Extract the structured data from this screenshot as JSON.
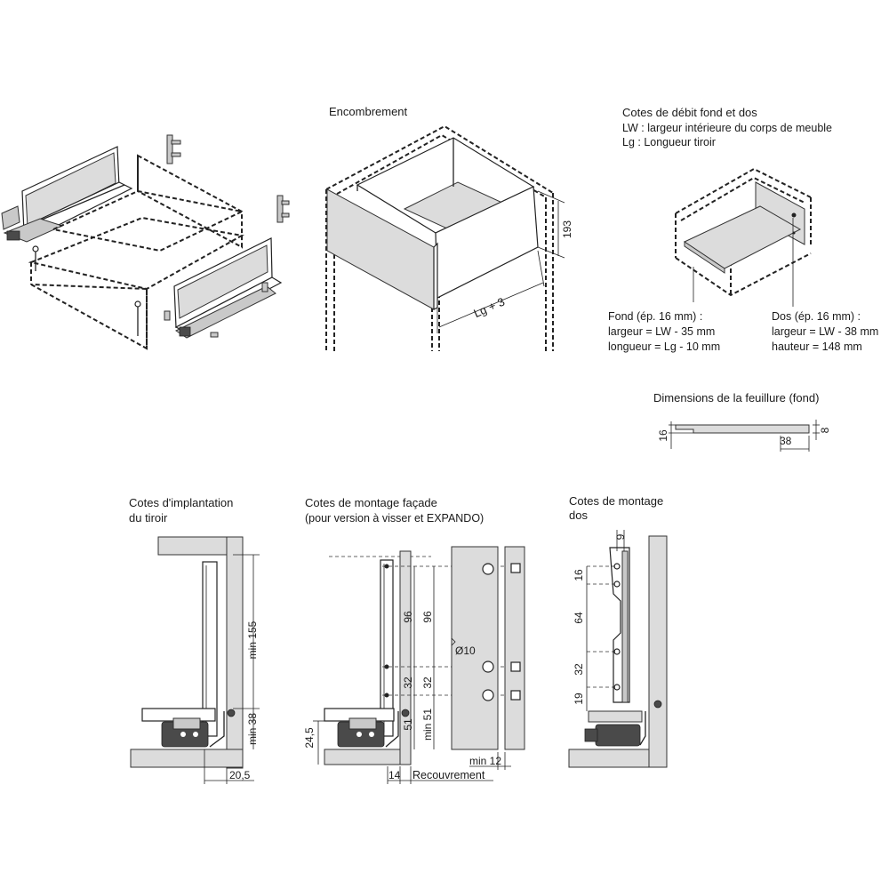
{
  "sections": {
    "encombrement": {
      "title": "Encombrement",
      "dim_height": "193",
      "dim_length": "Lg + 3"
    },
    "cotes_debit": {
      "title": "Cotes de débit fond et dos",
      "line1": "LW : largeur intérieure du corps de meuble",
      "line2": "Lg : Longueur tiroir",
      "fond": {
        "title": "Fond (ép. 16 mm) :",
        "width": "largeur = LW - 35 mm",
        "length": "longueur = Lg - 10 mm"
      },
      "dos": {
        "title": "Dos (ép. 16 mm) :",
        "width": "largeur = LW - 38 mm",
        "height": "hauteur = 148 mm"
      }
    },
    "feuillure": {
      "title": "Dimensions de la feuillure (fond)",
      "dim_a": "16",
      "dim_b": "38",
      "dim_c": "8"
    },
    "implantation": {
      "title_line1": "Cotes d'implantation",
      "title_line2": "du tiroir",
      "dim_155": "min 155",
      "dim_38": "min 38",
      "dim_205": "20,5"
    },
    "facade": {
      "title": "Cotes de montage façade",
      "subtitle": "(pour version à visser et EXPANDO)",
      "dim_96a": "96",
      "dim_96b": "96",
      "dim_32a": "32",
      "dim_32b": "32",
      "dim_51a": "51",
      "dim_51b": "min 51",
      "dim_245": "24,5",
      "dim_d10": "Ø10",
      "dim_14": "14",
      "recouvrement": "Recouvrement",
      "dim_min12": "min 12"
    },
    "dos_montage": {
      "title_line1": "Cotes de montage",
      "title_line2": "dos",
      "dim_9": "9",
      "dim_16": "16",
      "dim_64": "64",
      "dim_32": "32",
      "dim_19": "19"
    }
  }
}
